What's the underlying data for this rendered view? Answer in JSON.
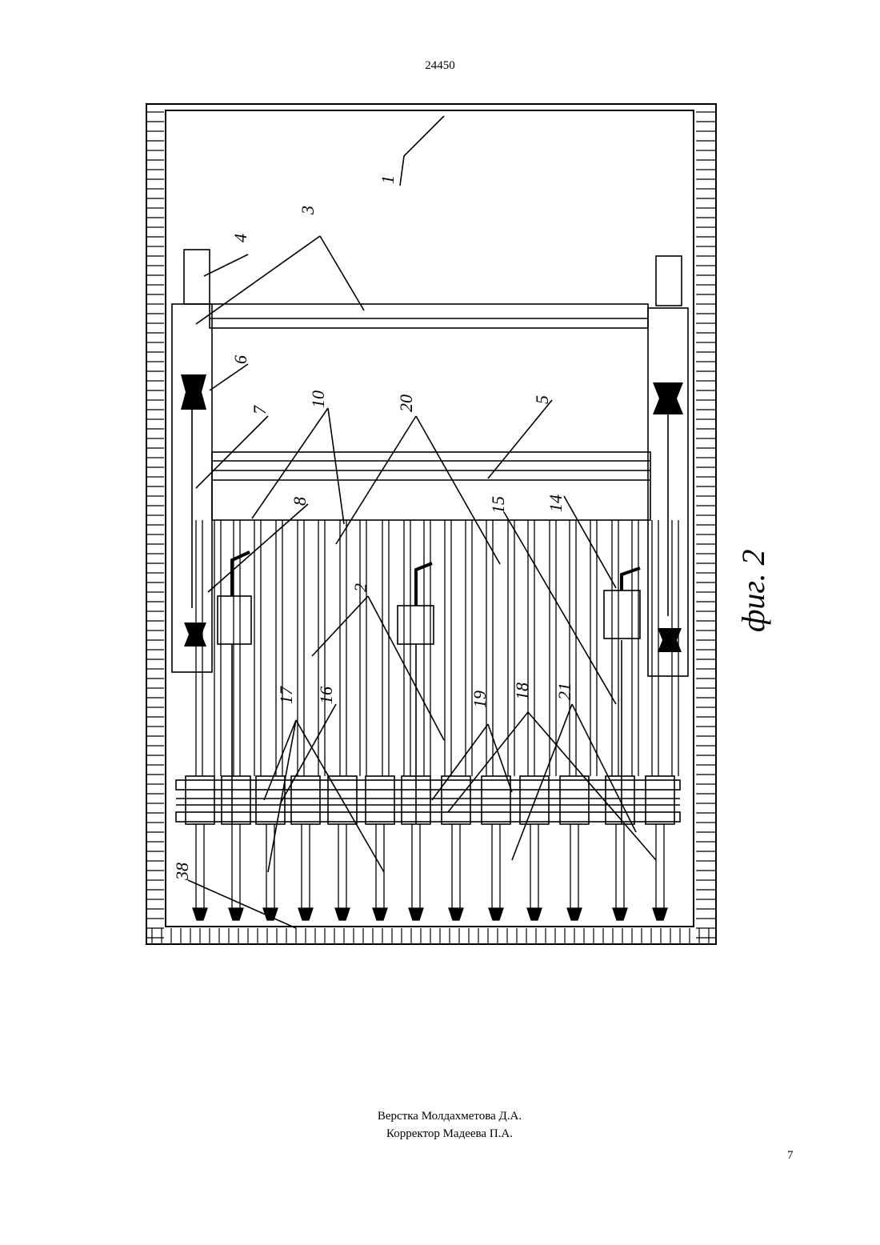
{
  "header": {
    "patent_number": "24450"
  },
  "figure": {
    "caption": "фиг. 2",
    "labels": [
      "1",
      "3",
      "4",
      "6",
      "7",
      "10",
      "20",
      "5",
      "8",
      "15",
      "14",
      "2",
      "17",
      "16",
      "19",
      "18",
      "21",
      "38"
    ]
  },
  "footer": {
    "layout_credit": "Верстка Молдахметова Д.А.",
    "proof_credit": "Корректор Мадеева П.А.",
    "page_number": "7"
  }
}
